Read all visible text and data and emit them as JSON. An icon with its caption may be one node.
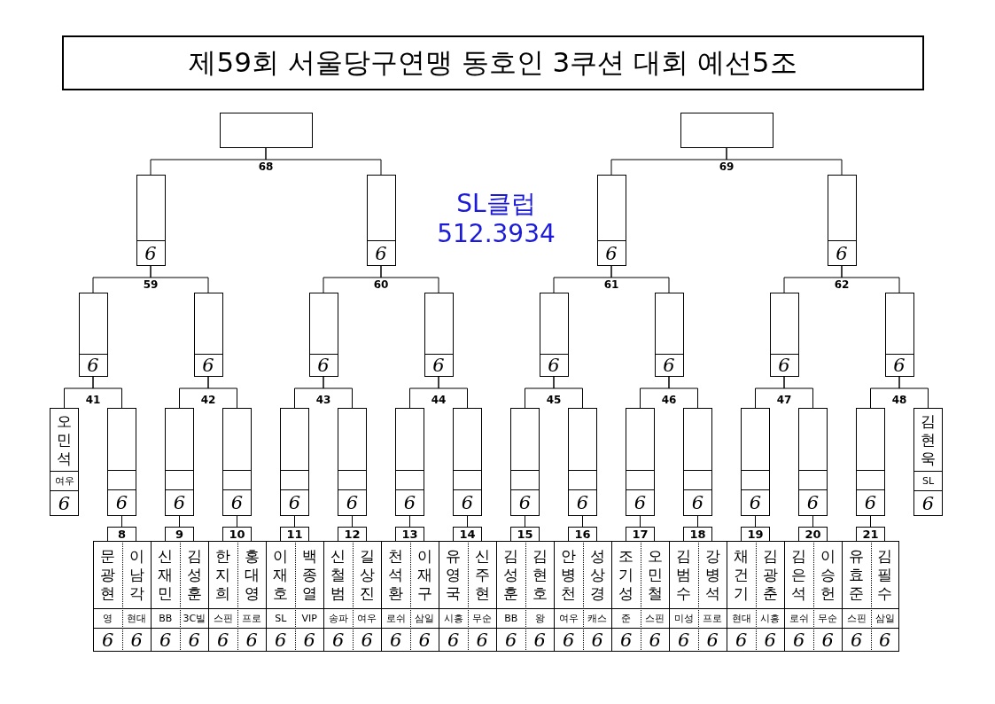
{
  "diagram": {
    "title": "제59회 서울당구연맹 동호인 3쿠션 대회 예선5조",
    "nodes": [
      {
        "text": [],
        "shape": "box"
      },
      {
        "text": [],
        "shape": "box"
      },
      {
        "text": [
          "6"
        ]
      },
      {
        "text": [
          "6"
        ]
      },
      {
        "text": [
          "6"
        ]
      },
      {
        "text": [
          "6"
        ]
      },
      {
        "text": [
          "6"
        ]
      },
      {
        "text": [
          "6"
        ]
      },
      {
        "text": [
          "6"
        ]
      },
      {
        "text": [
          "6"
        ]
      },
      {
        "text": [
          "6"
        ]
      },
      {
        "text": [
          "6"
        ]
      },
      {
        "text": [
          "6"
        ]
      },
      {
        "text": [
          "6"
        ]
      },
      {
        "text": [
          "오민석",
          "여우",
          "6"
        ]
      },
      {
        "text": [
          "6"
        ]
      },
      {
        "text": [
          "6"
        ]
      },
      {
        "text": [
          "6"
        ]
      },
      {
        "text": [
          "6"
        ]
      },
      {
        "text": [
          "6"
        ]
      },
      {
        "text": [
          "6"
        ]
      },
      {
        "text": [
          "6"
        ]
      },
      {
        "text": [
          "6"
        ]
      },
      {
        "text": [
          "6"
        ]
      },
      {
        "text": [
          "6"
        ]
      },
      {
        "text": [
          "6"
        ]
      },
      {
        "text": [
          "6"
        ]
      },
      {
        "text": [
          "6"
        ]
      },
      {
        "text": [
          "6"
        ]
      },
      {
        "text": [
          "김현욱",
          "SL",
          "6"
        ]
      },
      {
        "text": [
          "8"
        ]
      },
      {
        "text": [
          "9"
        ]
      },
      {
        "text": [
          "10"
        ]
      },
      {
        "text": [
          "11"
        ]
      },
      {
        "text": [
          "12"
        ]
      },
      {
        "text": [
          "13"
        ]
      },
      {
        "text": [
          "14"
        ]
      },
      {
        "text": [
          "15"
        ]
      },
      {
        "text": [
          "16"
        ]
      },
      {
        "text": [
          "17"
        ]
      },
      {
        "text": [
          "18"
        ]
      },
      {
        "text": [
          "19"
        ]
      },
      {
        "text": [
          "20"
        ]
      },
      {
        "text": [
          "21"
        ]
      },
      {
        "text": [
          "문광현",
          "영",
          "6"
        ]
      },
      {
        "text": [
          "이남각",
          "현대",
          "6"
        ]
      },
      {
        "text": [
          "신재민",
          "BB",
          "6"
        ]
      },
      {
        "text": [
          "김성훈",
          "3C빌",
          "6"
        ]
      },
      {
        "text": [
          "한지희",
          "스핀",
          "6"
        ]
      },
      {
        "text": [
          "홍대영",
          "프로",
          "6"
        ]
      },
      {
        "text": [
          "이재호",
          "SL",
          "6"
        ]
      },
      {
        "text": [
          "백종열",
          "VIP",
          "6"
        ]
      },
      {
        "text": [
          "신철범",
          "송파",
          "6"
        ]
      },
      {
        "text": [
          "길상진",
          "여우",
          "6"
        ]
      },
      {
        "text": [
          "천석환",
          "로쉬",
          "6"
        ]
      },
      {
        "text": [
          "이재구",
          "삼일",
          "6"
        ]
      },
      {
        "text": [
          "유영국",
          "시흥",
          "6"
        ]
      },
      {
        "text": [
          "신주현",
          "무순",
          "6"
        ]
      },
      {
        "text": [
          "김성훈",
          "BB",
          "6"
        ]
      },
      {
        "text": [
          "김현호",
          "왕",
          "6"
        ]
      },
      {
        "text": [
          "안병천",
          "여우",
          "6"
        ]
      },
      {
        "text": [
          "성상경",
          "캐스",
          "6"
        ]
      },
      {
        "text": [
          "조기성",
          "준",
          "6"
        ]
      },
      {
        "text": [
          "오민철",
          "스핀",
          "6"
        ]
      },
      {
        "text": [
          "김범수",
          "미성",
          "6"
        ]
      },
      {
        "text": [
          "강병석",
          "프로",
          "6"
        ]
      },
      {
        "text": [
          "채건기",
          "현대",
          "6"
        ]
      },
      {
        "text": [
          "김광춘",
          "시흥",
          "6"
        ]
      },
      {
        "text": [
          "김은석",
          "로쉬",
          "6"
        ]
      },
      {
        "text": [
          "이승헌",
          "무순",
          "6"
        ]
      },
      {
        "text": [
          "유효준",
          "스핀",
          "6"
        ]
      },
      {
        "text": [
          "김필수",
          "삼일",
          "6"
        ]
      }
    ],
    "edges": [
      {
        "from": 2,
        "to": 0,
        "arrow": "none"
      },
      {
        "from": 3,
        "to": 0,
        "arrow": "none"
      },
      {
        "from": 4,
        "to": 1,
        "arrow": "none"
      },
      {
        "from": 5,
        "to": 1,
        "arrow": "none"
      },
      {
        "from": 6,
        "to": 2,
        "arrow": "none"
      },
      {
        "from": 7,
        "to": 2,
        "arrow": "none"
      },
      {
        "from": 8,
        "to": 3,
        "arrow": "none"
      },
      {
        "from": 9,
        "to": 3,
        "arrow": "none"
      },
      {
        "from": 10,
        "to": 4,
        "arrow": "none"
      },
      {
        "from": 11,
        "to": 4,
        "arrow": "none"
      },
      {
        "from": 12,
        "to": 5,
        "arrow": "none"
      },
      {
        "from": 13,
        "to": 5,
        "arrow": "none"
      },
      {
        "from": 14,
        "to": 6,
        "arrow": "none"
      },
      {
        "from": 15,
        "to": 6,
        "arrow": "none"
      },
      {
        "from": 16,
        "to": 7,
        "arrow": "none"
      },
      {
        "from": 17,
        "to": 7,
        "arrow": "none"
      },
      {
        "from": 18,
        "to": 8,
        "arrow": "none"
      },
      {
        "from": 19,
        "to": 8,
        "arrow": "none"
      },
      {
        "from": 20,
        "to": 9,
        "arrow": "none"
      },
      {
        "from": 21,
        "to": 9,
        "arrow": "none"
      },
      {
        "from": 22,
        "to": 10,
        "arrow": "none"
      },
      {
        "from": 23,
        "to": 10,
        "arrow": "none"
      },
      {
        "from": 24,
        "to": 11,
        "arrow": "none"
      },
      {
        "from": 25,
        "to": 11,
        "arrow": "none"
      },
      {
        "from": 26,
        "to": 12,
        "arrow": "none"
      },
      {
        "from": 27,
        "to": 12,
        "arrow": "none"
      },
      {
        "from": 28,
        "to": 13,
        "arrow": "none"
      },
      {
        "from": 29,
        "to": 13,
        "arrow": "none"
      },
      {
        "from": 30,
        "to": 15,
        "arrow": "none"
      },
      {
        "from": 31,
        "to": 16,
        "arrow": "none"
      },
      {
        "from": 32,
        "to": 17,
        "arrow": "none"
      },
      {
        "from": 33,
        "to": 18,
        "arrow": "none"
      },
      {
        "from": 34,
        "to": 19,
        "arrow": "none"
      },
      {
        "from": 35,
        "to": 20,
        "arrow": "none"
      },
      {
        "from": 36,
        "to": 21,
        "arrow": "none"
      },
      {
        "from": 37,
        "to": 22,
        "arrow": "none"
      },
      {
        "from": 38,
        "to": 23,
        "arrow": "none"
      },
      {
        "from": 39,
        "to": 24,
        "arrow": "none"
      },
      {
        "from": 40,
        "to": 25,
        "arrow": "none"
      },
      {
        "from": 41,
        "to": 26,
        "arrow": "none"
      },
      {
        "from": 42,
        "to": 27,
        "arrow": "none"
      },
      {
        "from": 43,
        "to": 28,
        "arrow": "none"
      }
    ],
    "labels": [
      "68",
      "69",
      "SL클럽",
      "512.3934",
      "59",
      "60",
      "61",
      "62",
      "41",
      "42",
      "43",
      "44",
      "45",
      "46",
      "47",
      "48"
    ]
  }
}
